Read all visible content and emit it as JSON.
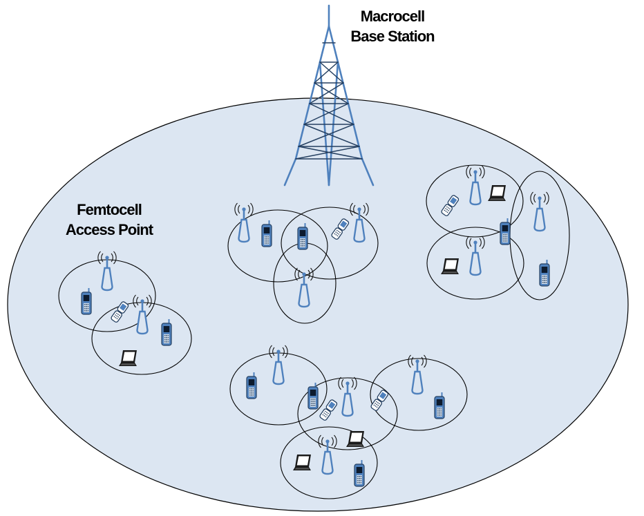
{
  "labels": {
    "macrocell_line1": "Macrocell",
    "macrocell_line2": "Base Station",
    "femtocell_line1": "Femtocell",
    "femtocell_line2": "Access Point"
  },
  "colors": {
    "macrocell_area": "#dce6f2",
    "outline": "#000000",
    "tower_blue": "#4f81bd",
    "antenna_fill": "#dbe5f1",
    "device_dark": "#1f2f4a"
  },
  "icons": {
    "macro_tower": "lattice-tower-icon",
    "femto_ap": "femtocell-antenna-icon",
    "phone": "mobile-phone-icon",
    "flip_phone": "flip-phone-icon",
    "laptop": "laptop-icon"
  }
}
